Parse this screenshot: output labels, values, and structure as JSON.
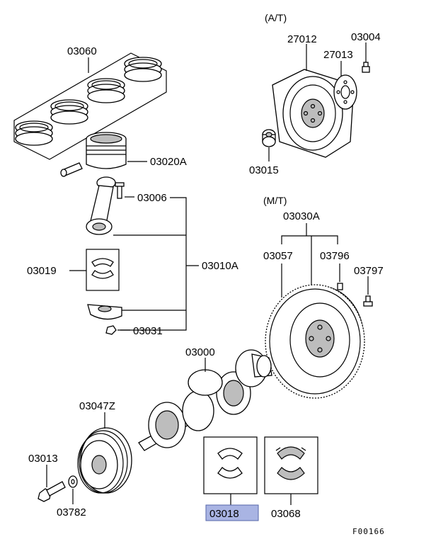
{
  "sections": {
    "at": "(A/T)",
    "mt": "(M/T)"
  },
  "parts": {
    "p03060": "03060",
    "p03020A": "03020A",
    "p03006": "03006",
    "p03019": "03019",
    "p03010A": "03010A",
    "p03031": "03031",
    "p27012": "27012",
    "p03004": "03004",
    "p27013": "27013",
    "p03015": "03015",
    "p03030A": "03030A",
    "p03057": "03057",
    "p03796": "03796",
    "p03797": "03797",
    "p03000": "03000",
    "p03047Z": "03047Z",
    "p03013": "03013",
    "p03782": "03782",
    "p03018": "03018",
    "p03068": "03068"
  },
  "highlight": {
    "part": "03018",
    "color": "#a9b4e3"
  },
  "figure_id": "F00166"
}
